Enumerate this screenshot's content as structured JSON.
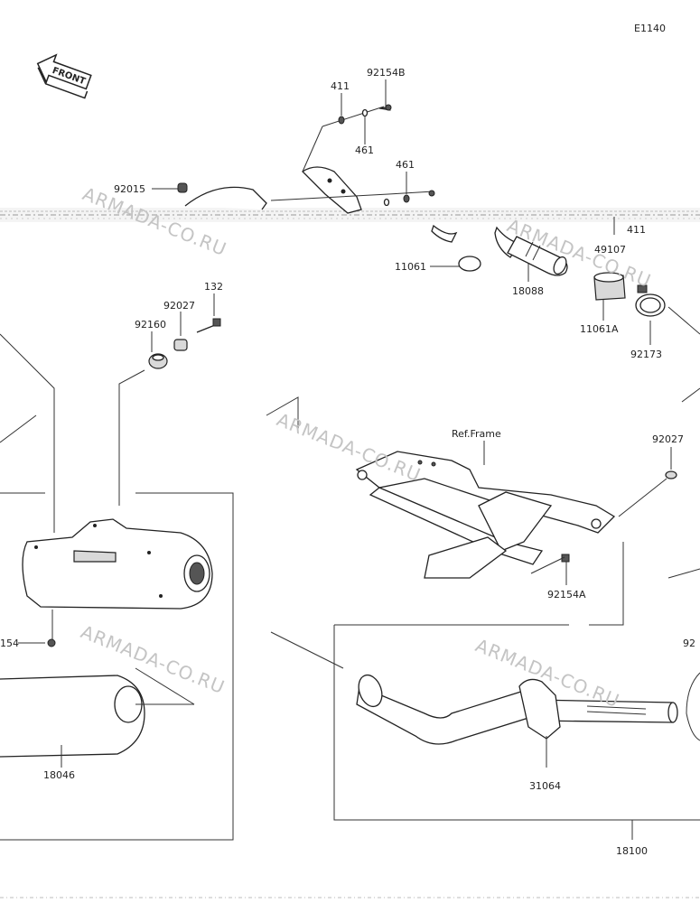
{
  "diagram_code": "E1140",
  "front_label": "FRONT",
  "ref_frame_label": "Ref.Frame",
  "watermark": "ARMADA-CO.RU",
  "parts": {
    "p411a": "411",
    "p92154b": "92154B",
    "p461a": "461",
    "p461b": "461",
    "p92015": "92015",
    "p411b": "411",
    "p49107": "49107",
    "p11061": "11061",
    "p18088": "18088",
    "p11061a": "11061A",
    "p92173": "92173",
    "p132": "132",
    "p92027a": "92027",
    "p92160": "92160",
    "p92027b": "92027",
    "p92154a": "92154A",
    "p154": "154",
    "p92_cut": "92",
    "p18046": "18046",
    "p31064": "31064",
    "p18100": "18100"
  }
}
